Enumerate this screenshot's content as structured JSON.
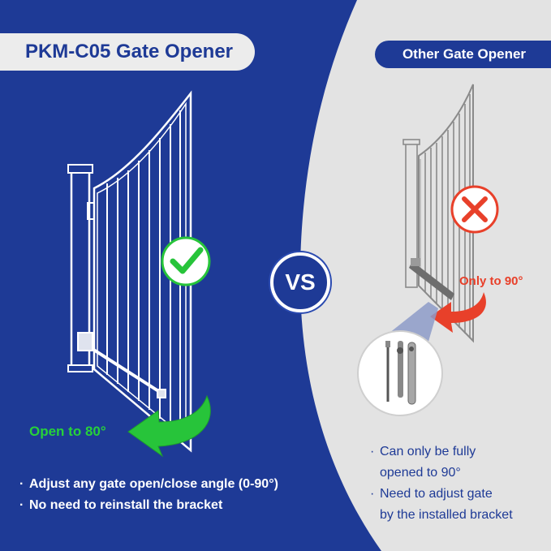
{
  "left_panel": {
    "title": "PKM-C05 Gate Opener",
    "callout": "Open to 80°",
    "bullets": [
      "Adjust any gate open/close angle (0-90°)",
      "No need to reinstall the bracket"
    ],
    "status_icon": "check-icon",
    "background_color": "#1e3a96",
    "accent_color": "#27d13a"
  },
  "right_panel": {
    "title": "Other Gate Opener",
    "callout": "Only to 90°",
    "bullets": [
      [
        "Can only be fully",
        "opened to 90°"
      ],
      [
        "Need to adjust gate",
        "by the installed bracket"
      ]
    ],
    "status_icon": "cross-icon",
    "background_color": "#e3e3e3",
    "accent_color": "#e8402a"
  },
  "vs_badge": "VS",
  "bullet_marker": "·"
}
